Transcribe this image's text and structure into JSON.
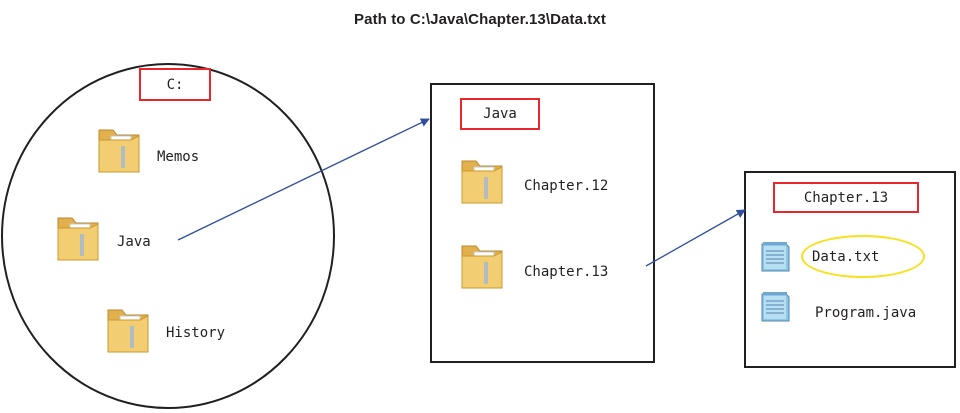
{
  "title": "Path to C:\\Java\\Chapter.13\\Data.txt",
  "containers": {
    "drive": {
      "label": "C:",
      "items": [
        "Memos",
        "Java",
        "History"
      ]
    },
    "java": {
      "label": "Java",
      "items": [
        "Chapter.12",
        "Chapter.13"
      ]
    },
    "chapter13": {
      "label": "Chapter.13",
      "items": [
        "Data.txt",
        "Program.java"
      ]
    }
  },
  "icons": {
    "folder": "folder-icon",
    "file": "text-file-icon"
  },
  "colors": {
    "label_border": "#e8262c",
    "arrow": "#2e4f9f",
    "highlight": "#f5e21c",
    "outline": "#231f20",
    "folder_body": "#f1c96a",
    "file_body": "#8fc6e6"
  }
}
